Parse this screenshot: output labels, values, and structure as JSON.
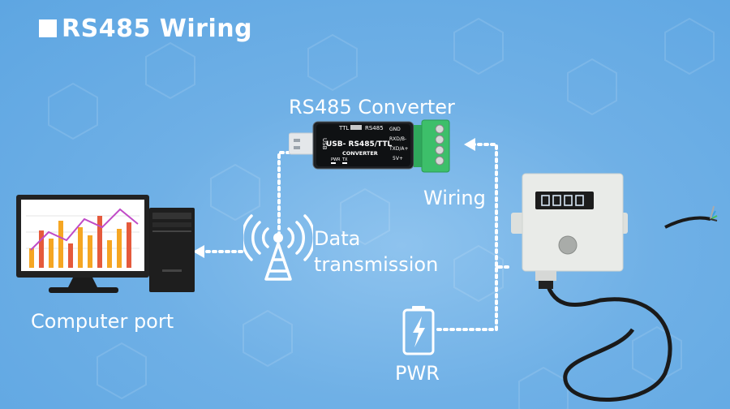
{
  "title": "RS485 Wiring",
  "labels": {
    "converter": "RS485 Converter",
    "wiring": "Wiring",
    "data_line1": "Data",
    "data_line2": "transmission",
    "computer": "Computer port",
    "power": "PWR"
  },
  "converter_device": {
    "top_ttl": "TTL",
    "top_rs485": "RS485",
    "main": "USB- RS485/TTL",
    "sub": "CONVERTER",
    "side": "USB",
    "pins": [
      "GND",
      "RXD/B-",
      "TXD/A+",
      "5V+"
    ],
    "leds": [
      "PWR",
      "TX"
    ]
  },
  "colors": {
    "background": "#6fb0e6",
    "text": "#ffffff",
    "bar_orange": "#f5a623",
    "bar_red": "#e55a3c",
    "line_purple": "#c04bc7",
    "terminal_green": "#3dbf6a",
    "sensor_box": "#e9ebe8",
    "display_digits": "#d8e6f5"
  }
}
